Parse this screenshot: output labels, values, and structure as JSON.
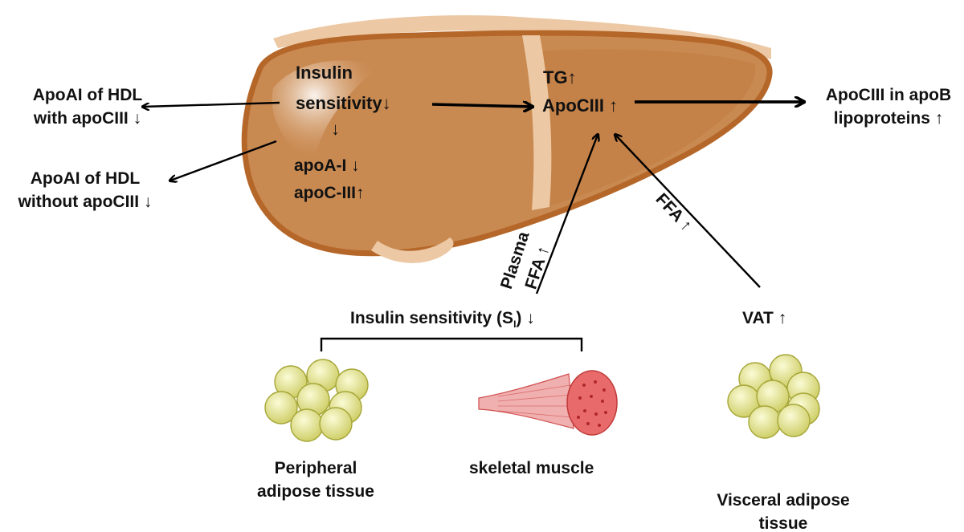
{
  "liver": {
    "insulin_line1": "Insulin",
    "insulin_line2": "sensitivity↓",
    "down_arrow": "↓",
    "apoa1": "apoA-I ↓",
    "apoc3": "apoC-III↑",
    "tg": "TG↑",
    "apociii": "ApoCIII ↑"
  },
  "left_outputs": {
    "hdl_with_line1": "ApoAI of HDL",
    "hdl_with_line2": "with apoCIII ↓",
    "hdl_without_line1": "ApoAI of HDL",
    "hdl_without_line2": "without apoCIII ↓"
  },
  "right_output": {
    "line1": "ApoCIII in apoB",
    "line2": "lipoproteins ↑"
  },
  "arrows": {
    "plasma_line1": "Plasma",
    "plasma_line2": "FFA ↑",
    "ffa_vat": "FFA ↑"
  },
  "bottom": {
    "insulin_prefix": "Insulin sensitivity (S",
    "insulin_sub": "I",
    "insulin_suffix": ") ↓",
    "vat": "VAT ↑",
    "peripheral_line1": "Peripheral",
    "peripheral_line2": "adipose tissue",
    "muscle": "skeletal muscle",
    "visceral_line1": "Visceral adipose",
    "visceral_line2": "tissue"
  },
  "colors": {
    "liver_fill": "#c98a52",
    "liver_dark": "#b56a2c",
    "liver_highlight": "#f3d7b6",
    "fat_cell": "#eaea9a",
    "muscle": "#d94b4b"
  }
}
